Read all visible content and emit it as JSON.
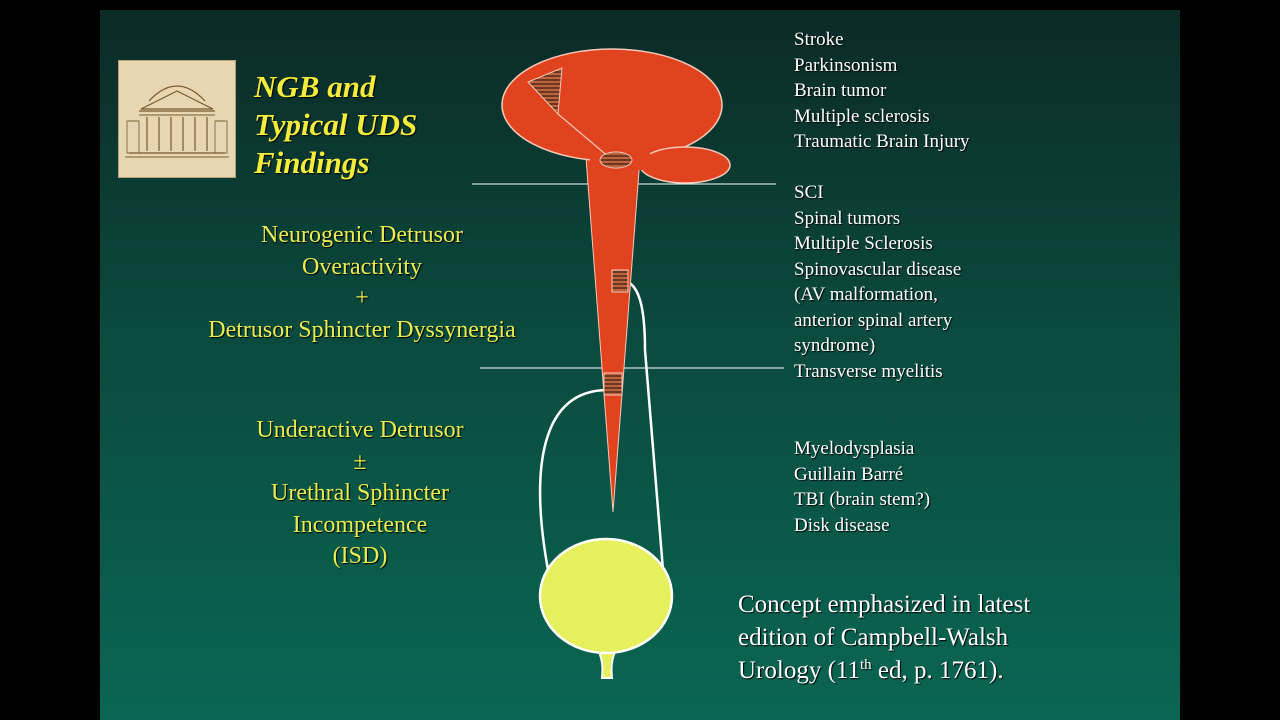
{
  "title": {
    "line1": "NGB and",
    "line2": "Typical UDS",
    "line3": "Findings"
  },
  "upper_findings": {
    "line1": "Neurogenic Detrusor",
    "line2": "Overactivity",
    "line3": "+",
    "line4": "Detrusor Sphincter Dyssynergia"
  },
  "lower_findings": {
    "line1": "Underactive Detrusor",
    "line2": "±",
    "line3": "Urethral Sphincter",
    "line4": "Incompetence",
    "line5": "(ISD)"
  },
  "brain_conditions": [
    "Stroke",
    "Parkinsonism",
    "Brain tumor",
    "Multiple sclerosis",
    "Traumatic Brain Injury"
  ],
  "spinal_conditions": [
    "SCI",
    "Spinal tumors",
    "Multiple Sclerosis",
    "Spinovascular disease",
    "(AV malformation,",
    "anterior spinal artery",
    "syndrome)",
    "Transverse myelitis"
  ],
  "sacral_conditions": [
    "Myelodysplasia",
    "Guillain Barré",
    "TBI (brain stem?)",
    "Disk disease"
  ],
  "concept": {
    "line1": "Concept emphasized in latest",
    "line2": "edition of Campbell-Walsh",
    "line3_pre": "Urology (11",
    "line3_sup": "th",
    "line3_post": " ed, p. 1761)."
  },
  "colors": {
    "brain_red": "#e2431f",
    "bladder_yellow": "#e6ef5c",
    "title_yellow": "#f2ec3a",
    "text_yellow": "#e9ec4f"
  }
}
